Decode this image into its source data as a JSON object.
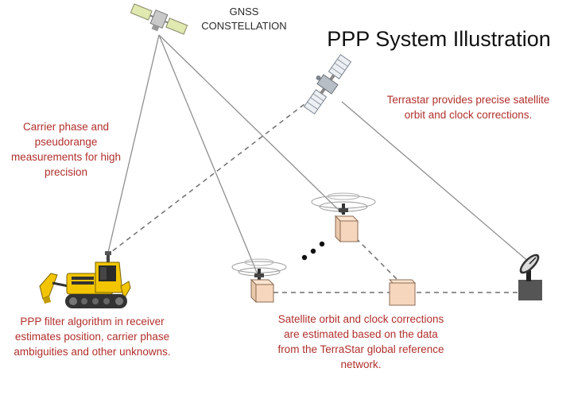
{
  "title": "PPP System Illustration",
  "gnss_label": [
    "GNSS",
    "CONSTELLATION"
  ],
  "notes": {
    "measurements": [
      "Carrier phase and",
      "pseudorange",
      "measurements for high",
      "precision"
    ],
    "terrastar": [
      "Terrastar provides precise satellite",
      "orbit and clock corrections."
    ],
    "filter": [
      "PPP filter algorithm in receiver",
      "estimates position, carrier phase",
      "ambiguities and other unknowns."
    ],
    "network": [
      "Satellite orbit and clock corrections",
      "are estimated based on the data",
      "from the TerraStar global reference",
      "network."
    ]
  },
  "colors": {
    "annotation": "#b0302c",
    "line": "#8a8a8a",
    "station_box": "#f6d7bd",
    "bulldozer": "#f2c500",
    "dish_base": "#555555"
  },
  "icons": [
    "gnss-satellite-icon",
    "terrastar-satellite-icon",
    "bulldozer-receiver-icon",
    "reference-station-icon",
    "uplink-dish-icon"
  ]
}
